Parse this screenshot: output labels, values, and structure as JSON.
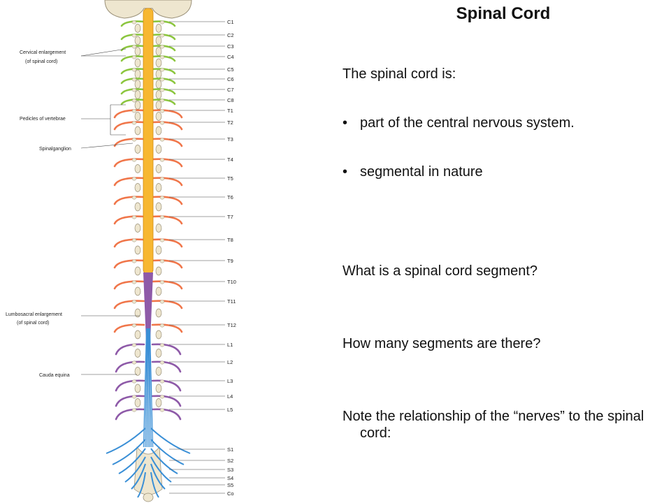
{
  "slide": {
    "title": "Spinal Cord",
    "intro": "The spinal cord is:",
    "bullets": [
      "part of the central nervous system.",
      "segmental in nature"
    ],
    "question1": "What is a spinal cord segment?",
    "question2": "How many segments are there?",
    "question3": "Note the relationship of the “nerves” to the spinal cord:"
  },
  "figure": {
    "side_labels": {
      "cervical_1": "Cervical enlargement",
      "cervical_2": "(of spinal cord)",
      "pedicles": "Pedicles of vertebrae",
      "ganglion": "Spinalganglion",
      "lumbo_1": "Lumbosacral enlargement",
      "lumbo_2": "(of spinal cord)",
      "cauda": "Cauda equina"
    },
    "segments": [
      "C1",
      "C2",
      "C3",
      "C4",
      "C5",
      "C6",
      "C7",
      "C8",
      "T1",
      "T2",
      "T3",
      "T4",
      "T5",
      "T6",
      "T7",
      "T8",
      "T9",
      "T10",
      "T11",
      "T12",
      "L1",
      "L2",
      "L3",
      "L4",
      "L5",
      "S1",
      "S2",
      "S3",
      "S4",
      "S5",
      "Co"
    ],
    "colors": {
      "cervical": "#8cc63f",
      "thoracic": "#f0764a",
      "lumbar": "#8e5aa8",
      "sacral": "#3a8fd6",
      "cord": "#f7b731",
      "bone": "#eee6cf"
    }
  }
}
